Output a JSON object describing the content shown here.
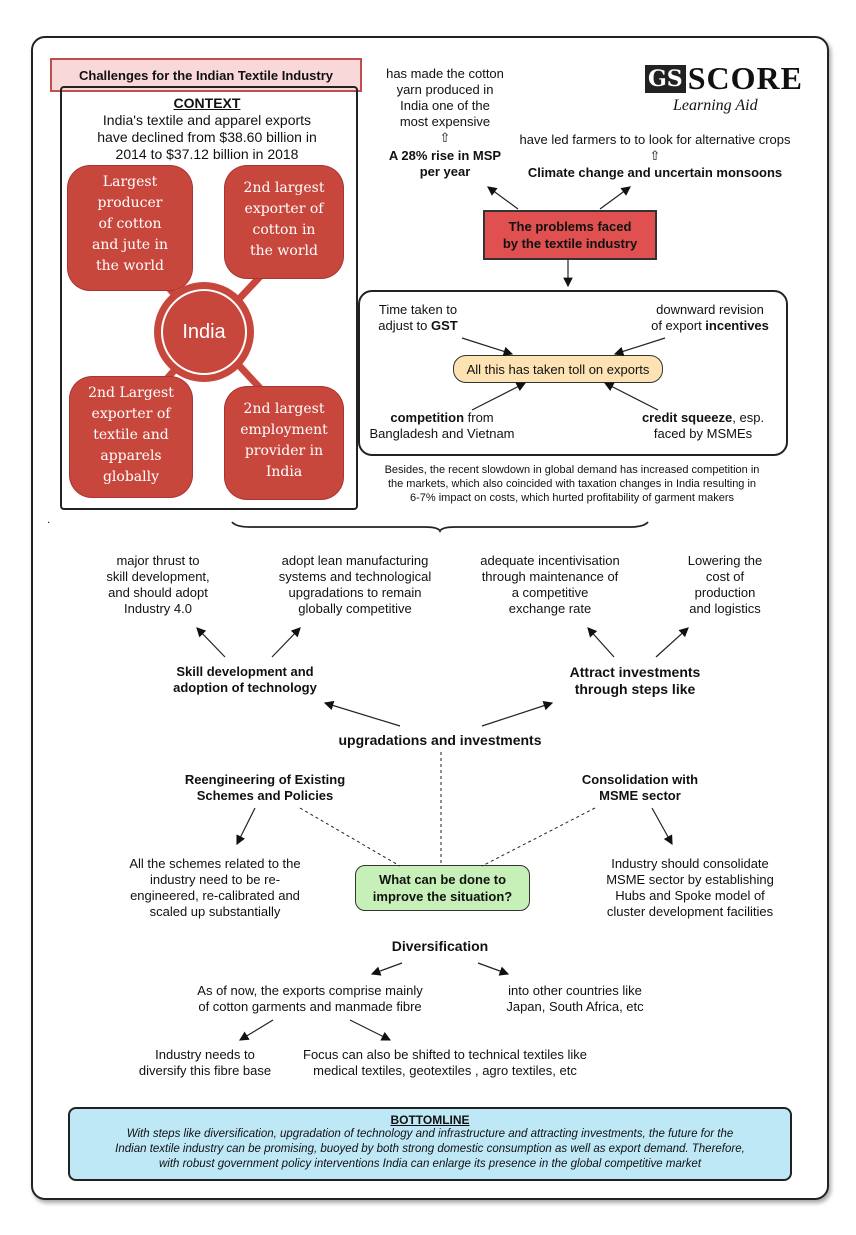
{
  "banner": "Challenges for the Indian Textile Industry",
  "logo": {
    "gs": "GS",
    "score": "SCORE",
    "tagline": "Learning Aid"
  },
  "context": {
    "heading": "CONTEXT",
    "text_lines": [
      "India's textile and apparel exports",
      "have declined from $38.60 billion in",
      "2014 to $37.12 billion in 2018"
    ]
  },
  "india": {
    "center": "India",
    "facts": [
      [
        "Largest",
        "producer",
        "of cotton",
        "and jute in",
        "the world"
      ],
      [
        "2nd largest",
        "exporter of",
        "cotton in",
        "the world"
      ],
      [
        "2nd Largest",
        "exporter of",
        "textile and",
        "apparels",
        "globally"
      ],
      [
        "2nd largest",
        "employment",
        "provider in",
        "India"
      ]
    ]
  },
  "top": {
    "msp_effect": [
      "has made the cotton",
      "yarn produced in",
      "India one of the",
      "most expensive"
    ],
    "msp_cause": [
      "A 28% rise in MSP",
      "per year"
    ],
    "climate_effect": "have led farmers to to look for alternative crops",
    "climate_cause": "Climate change and uncertain monsoons",
    "problems": [
      "The problems faced",
      "by the textile industry"
    ],
    "up_arrow": "⇧"
  },
  "exports_box": {
    "gst": [
      "Time taken to",
      "adjust to ",
      "GST"
    ],
    "incentives": [
      "downward revision",
      "of export ",
      "incentives"
    ],
    "toll": "All this has taken toll on exports",
    "competition": [
      "competition",
      " from",
      "Bangladesh and Vietnam"
    ],
    "credit": [
      "credit squeeze",
      ", esp.",
      "faced by MSMEs"
    ]
  },
  "besides": [
    "Besides, the recent slowdown in global demand has increased competition in",
    "the markets, which also coincided with taxation changes in India resulting in",
    "6-7% impact on costs, which hurted profitability of garment makers"
  ],
  "dot": ".",
  "solutions": {
    "skill_a": [
      "major thrust to",
      "skill development,",
      "and should adopt",
      "Industry 4.0"
    ],
    "skill_b": [
      "adopt lean manufacturing",
      "systems and technological",
      "upgradations to remain",
      "globally competitive"
    ],
    "invest_a": [
      "adequate incentivisation",
      "through maintenance of",
      "a competitive",
      "exchange rate"
    ],
    "invest_b": [
      "Lowering the",
      "cost of",
      "production",
      "and logistics"
    ],
    "skill_title": [
      "Skill development and",
      "adoption of technology"
    ],
    "invest_title": [
      "Attract investments",
      "through steps like"
    ],
    "upgrad": "upgradations and investments",
    "reengineer_title": [
      "Reengineering of Existing",
      "Schemes and Policies"
    ],
    "reengineer_text": [
      "All the schemes related to the",
      "industry need to be re-",
      "engineered, re-calibrated and",
      "scaled up substantially"
    ],
    "consolidation_title": [
      "Consolidation with",
      "MSME sector"
    ],
    "consolidation_text": [
      "Industry should consolidate",
      "MSME sector by establishing",
      "Hubs and Spoke model of",
      "cluster development facilities"
    ],
    "question": [
      "What can be done to",
      "improve the situation?"
    ],
    "diversification": "Diversification",
    "div_a": [
      "As of now, the exports comprise mainly",
      "of cotton garments and manmade fibre"
    ],
    "div_b": [
      "into other countries like",
      "Japan, South Africa, etc"
    ],
    "div_c": [
      "Industry needs to",
      "diversify this fibre base"
    ],
    "div_d": [
      "Focus can also be shifted to technical textiles like",
      "medical textiles, geotextiles , agro textiles, etc"
    ]
  },
  "bottomline": {
    "title": "BOTTOMLINE",
    "lines": [
      "With steps like diversification, upgradation of technology and infrastructure and attracting investments, the future for the",
      "Indian textile industry can be promising, buoyed by both strong domestic consumption as well as export demand. Therefore,",
      "with robust government policy interventions India can enlarge its presence in the global competitive market"
    ]
  },
  "colors": {
    "blob": "#c8473d",
    "problems": "#e05050",
    "toll": "#fde2b4",
    "question": "#c7f0b8",
    "bottomline": "#bfe8f7",
    "banner": "#f8d8d8"
  }
}
